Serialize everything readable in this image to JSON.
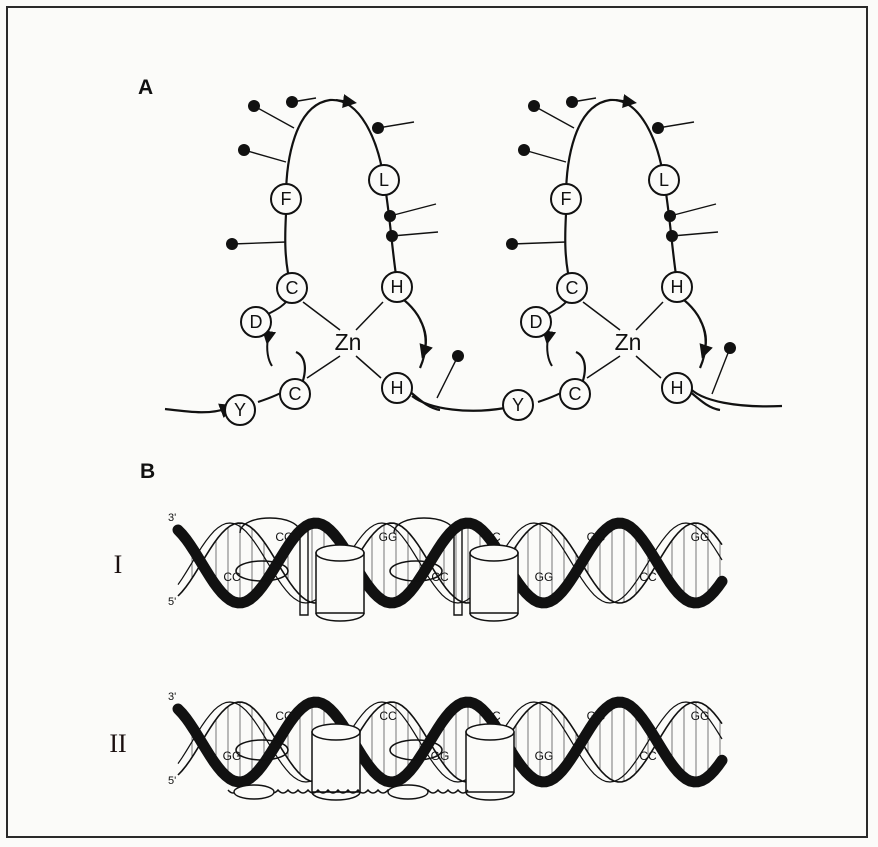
{
  "panel_a": {
    "label": "A",
    "center_label": "Zn",
    "residue_labels": [
      "F",
      "L",
      "C",
      "H",
      "D",
      "H",
      "Y",
      "C"
    ]
  },
  "panel_b": {
    "label": "B",
    "rows": [
      {
        "label": "I",
        "end_top": "3'",
        "end_bottom": "5'",
        "base_pairs": [
          "CC",
          "CC",
          "GG",
          "GG",
          "CC",
          "CC",
          "GG",
          "GG",
          "CC",
          "GG"
        ]
      },
      {
        "label": "II",
        "end_top": "3'",
        "end_bottom": "5'",
        "base_pairs": [
          "GG",
          "CC",
          "GG",
          "CC",
          "GG",
          "CC",
          "GG",
          "GG",
          "CC",
          "GG"
        ]
      }
    ]
  },
  "colors": {
    "ink": "#111111",
    "background": "#fbfbf9",
    "frame": "#2a2a2a"
  }
}
